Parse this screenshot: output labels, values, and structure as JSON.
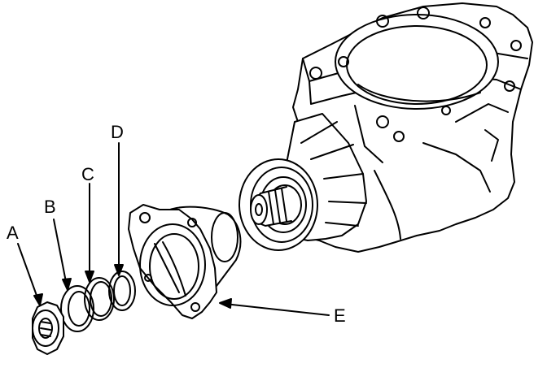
{
  "callouts": {
    "a": "A",
    "b": "B",
    "c": "C",
    "d": "D",
    "e": "E"
  },
  "colors": {
    "line": "#000000",
    "fill": "#ffffff"
  }
}
